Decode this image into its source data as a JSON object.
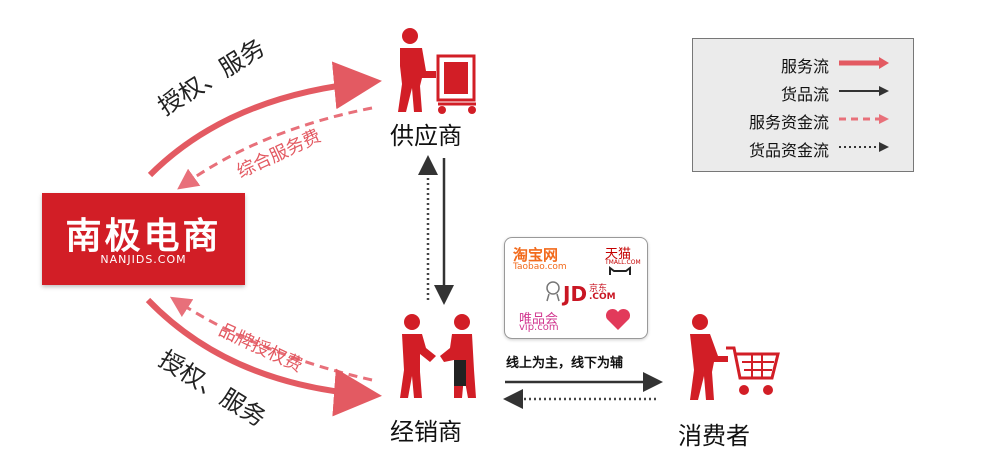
{
  "brand": {
    "name": "南极电商",
    "domain": "NANJIDS.COM"
  },
  "nodes": {
    "supplier": "供应商",
    "distributor": "经销商",
    "consumer": "消费者"
  },
  "flows": {
    "auth_service_top": "授权、服务",
    "comprehensive_fee": "综合服务费",
    "brand_license_fee": "品牌授权费",
    "auth_service_bottom": "授权、服务",
    "channel_note": "线上为主，线下为辅"
  },
  "legend": {
    "items": [
      {
        "label": "服务流",
        "style": "service-flow"
      },
      {
        "label": "货品流",
        "style": "goods-flow"
      },
      {
        "label": "服务资金流",
        "style": "service-fund-flow"
      },
      {
        "label": "货品资金流",
        "style": "goods-fund-flow"
      }
    ]
  },
  "platforms": {
    "taobao_cn": "淘宝网",
    "taobao_en": "Taobao.com",
    "tmall_cn": "天猫",
    "tmall_en": "TMALL.COM",
    "jd_en": "JD",
    "jd_com": ".COM",
    "jd_cn": "京东",
    "vip_cn": "唯品会",
    "vip_en": "vip.com"
  },
  "colors": {
    "brand_red": "#d21e26",
    "service_red": "#e35a62",
    "goods_dark": "#333333"
  },
  "icons": [
    "supplier-person-icon",
    "distributor-handshake-icon",
    "consumer-cart-icon"
  ]
}
